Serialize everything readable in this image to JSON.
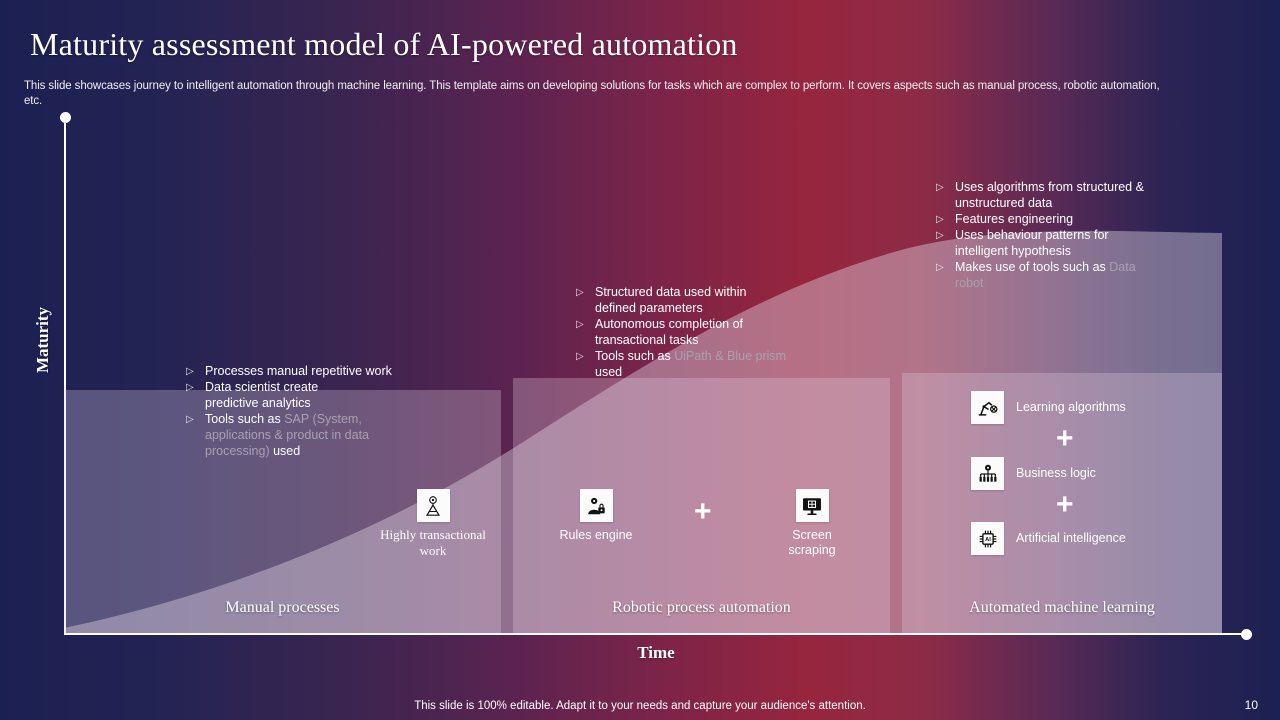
{
  "header": {
    "title": "Maturity assessment model of AI-powered automation",
    "subtitle": "This slide showcases journey to intelligent automation through machine learning. This template aims on developing solutions for tasks which are complex to perform. It covers aspects such as manual process, robotic automation, etc."
  },
  "axes": {
    "y_label": "Maturity",
    "x_label": "Time"
  },
  "stages": [
    {
      "title": "Manual processes",
      "bullets": [
        {
          "lead": "Processes manual repetitive work",
          "cont": "",
          "highlight": ""
        },
        {
          "lead": "Data scientist create",
          "cont": " predictive analytics",
          "highlight": ""
        },
        {
          "lead": "Tools such as ",
          "highlight": "SAP (System, applications & product in data processing)",
          "cont": " used"
        }
      ],
      "icons": [
        {
          "name": "highly-transactional-work-icon",
          "label": "Highly transactional work"
        }
      ]
    },
    {
      "title": "Robotic process automation",
      "bullets": [
        {
          "lead": "Structured data used within defined parameters",
          "cont": "",
          "highlight": ""
        },
        {
          "lead": "Autonomous completion of transactional tasks",
          "cont": "",
          "highlight": ""
        },
        {
          "lead": "Tools such as ",
          "highlight": "UiPath & Blue prism",
          "cont": " used"
        }
      ],
      "icons": [
        {
          "name": "rules-engine-icon",
          "label": "Rules engine"
        },
        {
          "name": "screen-scraping-icon",
          "label": "Screen scraping"
        }
      ],
      "connector": "+"
    },
    {
      "title": "Automated machine learning",
      "bullets": [
        {
          "lead": "Uses algorithms from structured & unstructured data",
          "cont": "",
          "highlight": ""
        },
        {
          "lead": "Features engineering",
          "cont": "",
          "highlight": ""
        },
        {
          "lead": "Uses behaviour  patterns for intelligent hypothesis",
          "cont": "",
          "highlight": ""
        },
        {
          "lead": "Makes use of tools such as ",
          "highlight": "Data robot",
          "cont": ""
        }
      ],
      "icons": [
        {
          "name": "learning-algorithms-icon",
          "label": "Learning algorithms"
        },
        {
          "name": "business-logic-icon",
          "label": "Business logic"
        },
        {
          "name": "artificial-intelligence-icon",
          "label": "Artificial intelligence"
        }
      ],
      "connector": "+"
    }
  ],
  "footer": {
    "note": "This slide is 100% editable. Adapt it to your needs and capture your audience's attention.",
    "page_number": "10"
  },
  "colors": {
    "background_start": "#1b2052",
    "background_accent": "#97253e",
    "background_end": "#1c2052",
    "panel_fill": "rgba(224,206,224,0.30)",
    "curve_fill": "rgba(226,216,232,0.42)",
    "highlight_text": "#a9a1ad",
    "axis": "#ffffff"
  }
}
